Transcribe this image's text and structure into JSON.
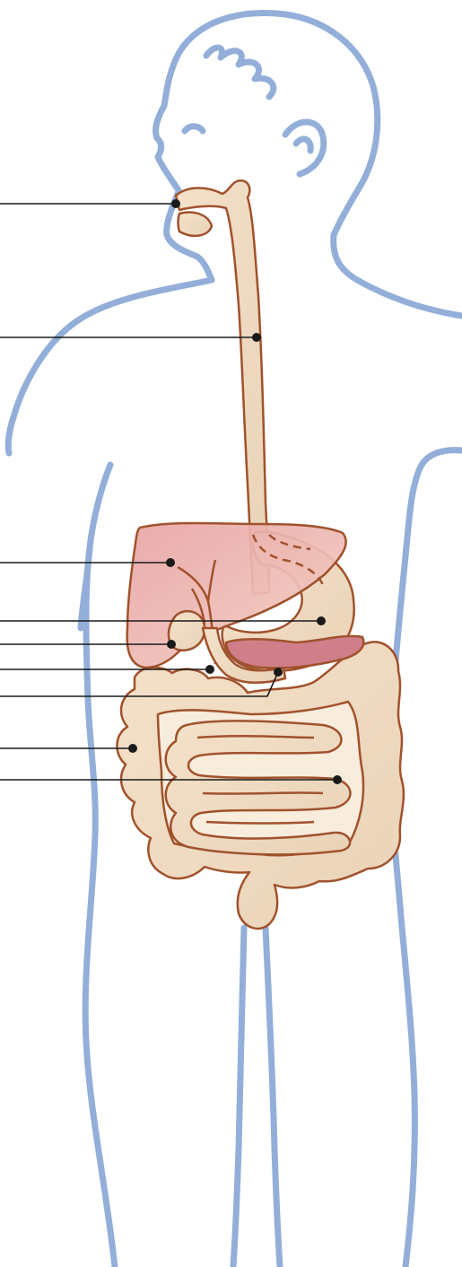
{
  "diagram": {
    "colors": {
      "body_outline": "#93afd9",
      "organ_stroke": "#a0522d",
      "organ_fill": "#f2dcc3",
      "liver_fill": "#e6a6a6",
      "pancreas_fill": "#cf7e8a",
      "leader_line": "#1a1a1a"
    },
    "organs": [
      {
        "id": "mouth"
      },
      {
        "id": "esophagus"
      },
      {
        "id": "liver"
      },
      {
        "id": "stomach"
      },
      {
        "id": "gallbladder"
      },
      {
        "id": "duodenum"
      },
      {
        "id": "pancreas"
      },
      {
        "id": "large-intestine"
      },
      {
        "id": "small-intestine"
      }
    ]
  }
}
